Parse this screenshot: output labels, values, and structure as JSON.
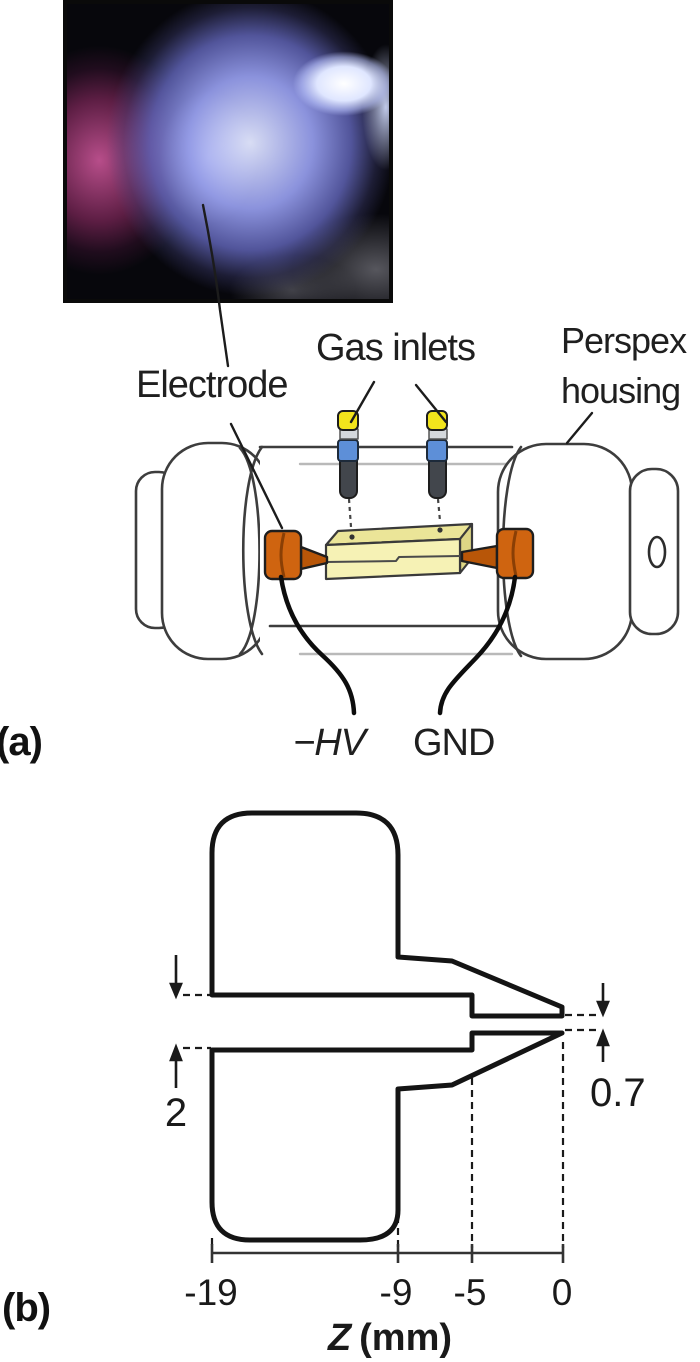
{
  "figure": {
    "panel_a": {
      "tag": "(a)",
      "labels": {
        "electrode": "Electrode",
        "gas_inlets": "Gas inlets",
        "perspex_line1": "Perspex",
        "perspex_line2": "housing",
        "neg_hv": "−HV",
        "gnd": "GND"
      }
    },
    "panel_b": {
      "tag": "(b)",
      "dims": {
        "channel_height_mm": "2",
        "exit_gap_mm": "0.7"
      },
      "axis": {
        "ticks": [
          "-19",
          "-9",
          "-5",
          "0"
        ],
        "label_var": "Z",
        "label_units": "(mm)"
      }
    }
  },
  "colors": {
    "outline": "#3d3d3d",
    "drawing_line": "#141414",
    "block_top": "#ebe598",
    "block_front": "#f6f2b5",
    "block_side": "#ddd685",
    "electrode_orange": "#cf6410",
    "cone_orange": "#b85608",
    "inlet_cap_yellow": "#f2e41c",
    "inlet_collar_gray": "#d4d8dc",
    "inlet_blue": "#5d8fd8",
    "inlet_body_gray": "#42464c"
  }
}
